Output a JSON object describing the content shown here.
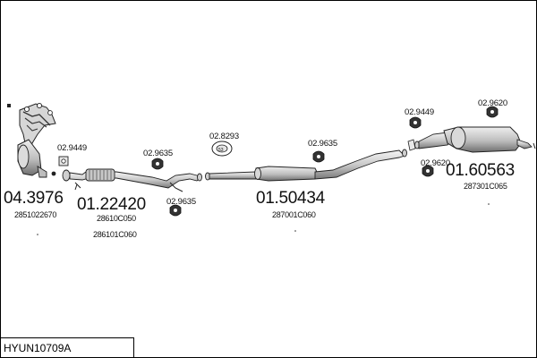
{
  "diagram": {
    "code": "HYUN10709A",
    "parts": {
      "p1": {
        "number": "04.3976",
        "oem": "2851022670"
      },
      "p2": {
        "number": "01.22420",
        "oem1": "28610C050",
        "oem2": "286101C060"
      },
      "p3": {
        "number": "01.50434",
        "oem": "287001C060"
      },
      "p4": {
        "number": "01.60563",
        "oem": "287301C065"
      }
    },
    "fittings": {
      "f1": "02.9449",
      "f2": "02.9635",
      "f3": "02.9635",
      "f4": "02.8293",
      "f5": "02.9635",
      "f6": "02.9449",
      "f7": "02.9620",
      "f8": "02.9620"
    }
  }
}
